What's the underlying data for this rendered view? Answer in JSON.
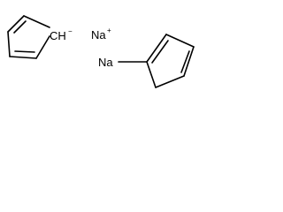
{
  "structures": {
    "left_ring": {
      "atom_label": "CH",
      "charge": "−"
    },
    "sodium_ion": {
      "atom_label": "Na",
      "charge": "+"
    },
    "right_ring": {
      "substituent_label": "Na"
    }
  },
  "colors": {
    "bond": "#000000",
    "text": "#000000",
    "background": "#ffffff"
  }
}
